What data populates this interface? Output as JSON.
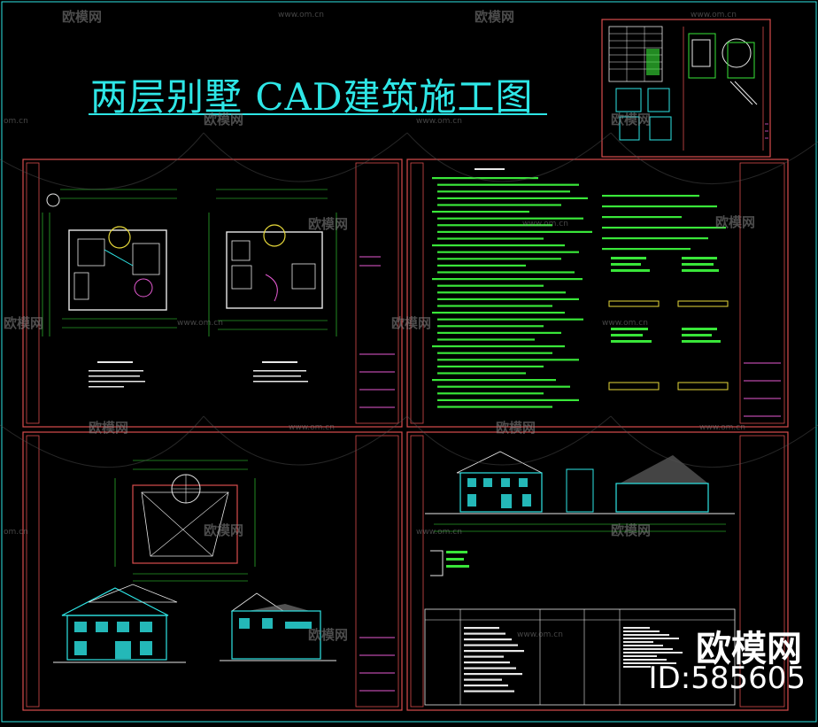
{
  "drawing": {
    "title": "两层别墅 CAD建筑施工图",
    "watermark_text": "欧模网",
    "watermark_url": "www.om.cn",
    "watermark_url_short": "om.cn",
    "brand_label": "欧模网",
    "brand_id": "ID:585605"
  },
  "colors": {
    "background": "#000000",
    "frame": "#d84c4c",
    "cad_cyan": "#2ee6e6",
    "cad_green": "#39e639",
    "cad_white": "#e8e8e8",
    "cad_magenta": "#e65ad2"
  }
}
